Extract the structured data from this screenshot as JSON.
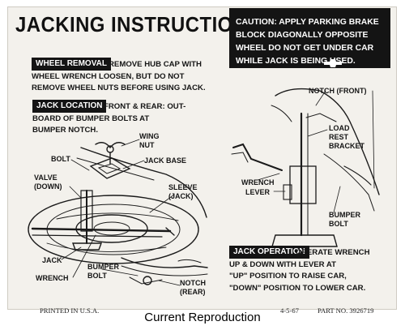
{
  "title": "JACKING INSTRUCTIONS",
  "caution": "CAUTION: APPLY PARKING BRAKE BLOCK DIAGONALLY OPPOSITE WHEEL DO NOT GET UNDER CAR WHILE JACK IS BEING USED.",
  "wheel_removal": {
    "label": "WHEEL REMOVAL",
    "text": "REMOVE HUB CAP WITH\nWHEEL WRENCH LOOSEN, BUT DO NOT\nREMOVE WHEEL NUTS BEFORE USING JACK."
  },
  "jack_location": {
    "label": "JACK LOCATION",
    "text": "FRONT & REAR: OUT-\nBOARD OF BUMPER BOLTS AT\nBUMPER NOTCH."
  },
  "jack_operation": {
    "label": "JACK OPERATION",
    "text": "OPERATE WRENCH\nUP & DOWN WITH LEVER AT\n\"UP\" POSITION TO RAISE CAR,\n\"DOWN\" POSITION TO LOWER CAR."
  },
  "callouts": {
    "wing_nut": "WING\nNUT",
    "bolt": "BOLT",
    "jack_base": "JACK BASE",
    "valve_down": "VALVE\n(DOWN)",
    "sleeve_jack": "SLEEVE\n(JACK)",
    "jack": "JACK",
    "wrench_left": "WRENCH",
    "bumper_bolt_left": "BUMPER\nBOLT",
    "notch_rear": "NOTCH\n(REAR)",
    "notch_front": "NOTCH (FRONT)",
    "load_rest_bracket": "LOAD\nREST\nBRACKET",
    "wrench_right": "WRENCH",
    "lever": "LEVER",
    "bumper_bolt_right": "BUMPER\nBOLT"
  },
  "footer": {
    "printed": "PRINTED IN U.S.A.",
    "date": "4-5-67",
    "part_no": "PART NO. 3926719"
  },
  "caption": "Current Reproduction"
}
